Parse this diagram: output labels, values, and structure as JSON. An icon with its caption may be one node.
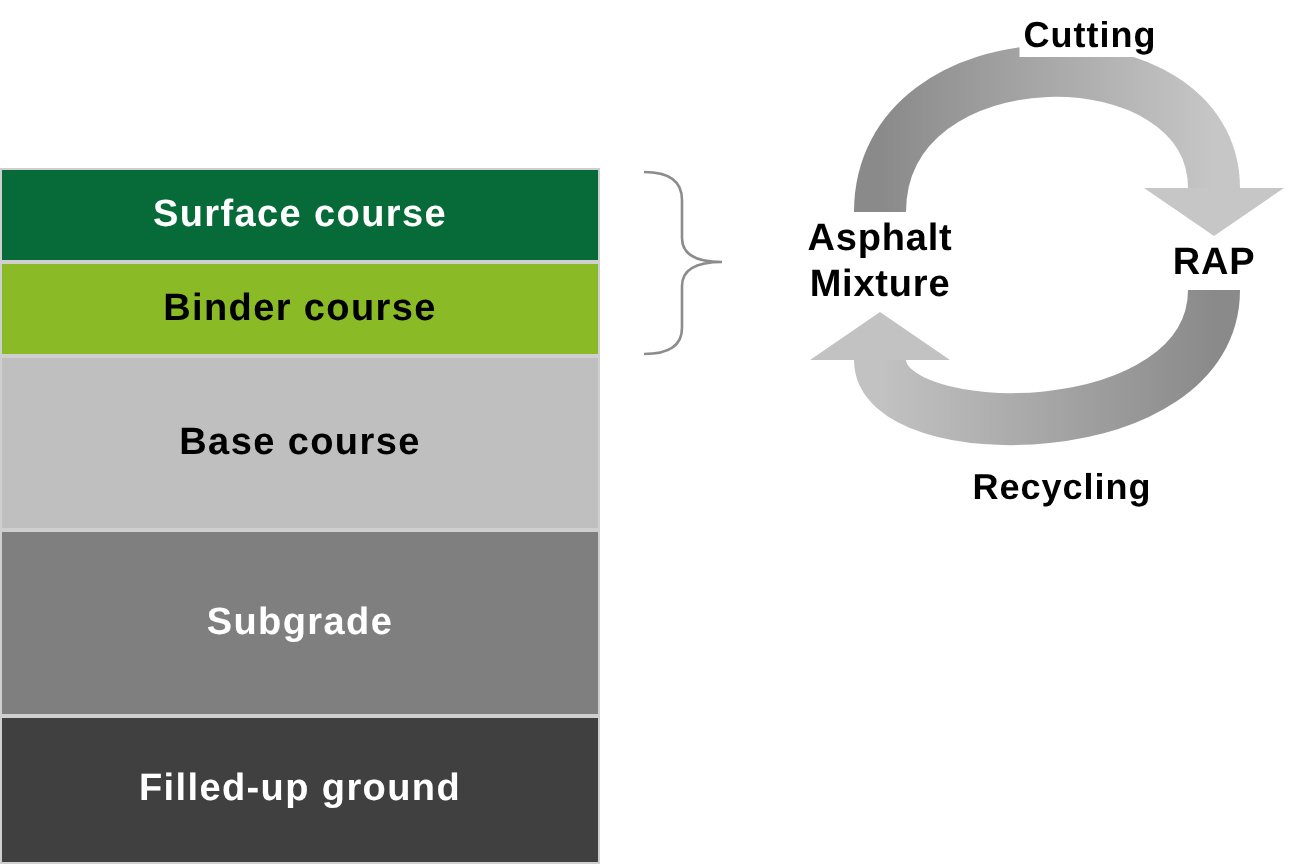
{
  "diagram": {
    "nodes": [
      {
        "text": [
          "Surface course"
        ]
      },
      {
        "text": [
          "Binder course"
        ]
      },
      {
        "text": [
          "Base course"
        ]
      },
      {
        "text": [
          "Subgrade"
        ]
      },
      {
        "text": [
          "Filled-up ground"
        ]
      },
      {
        "text": [
          "Asphalt Mixture"
        ]
      },
      {
        "text": [
          "RAP"
        ]
      }
    ],
    "edges": [
      {
        "from": 5,
        "to": 6,
        "arrow": "to",
        "label": "Cutting"
      },
      {
        "from": 6,
        "to": 5,
        "arrow": "to",
        "label": "Recycling"
      }
    ]
  }
}
